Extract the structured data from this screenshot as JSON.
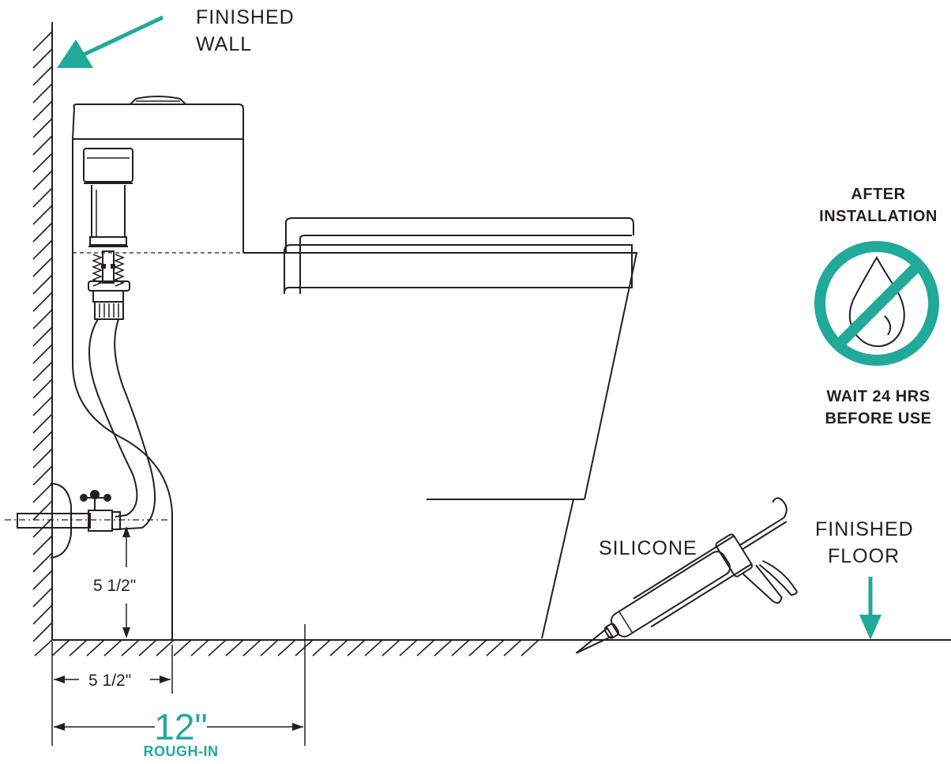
{
  "labels": {
    "finished_wall_line1": "FINISHED",
    "finished_wall_line2": "WALL",
    "finished_floor_line1": "FINISHED",
    "finished_floor_line2": "FLOOR",
    "silicone": "SILICONE",
    "dim_vertical": "5 1/2\"",
    "dim_horizontal": "5 1/2\"",
    "dim_rough_value": "12\"",
    "dim_rough_label": "ROUGH-IN"
  },
  "notice": {
    "title_line1": "AFTER",
    "title_line2": "INSTALLATION",
    "footer_line1": "WAIT 24 HRS",
    "footer_line2": "BEFORE USE",
    "icon": "no-water-drop-icon"
  },
  "colors": {
    "accent": "#21a99a",
    "line": "#231f20",
    "background": "#ffffff"
  }
}
